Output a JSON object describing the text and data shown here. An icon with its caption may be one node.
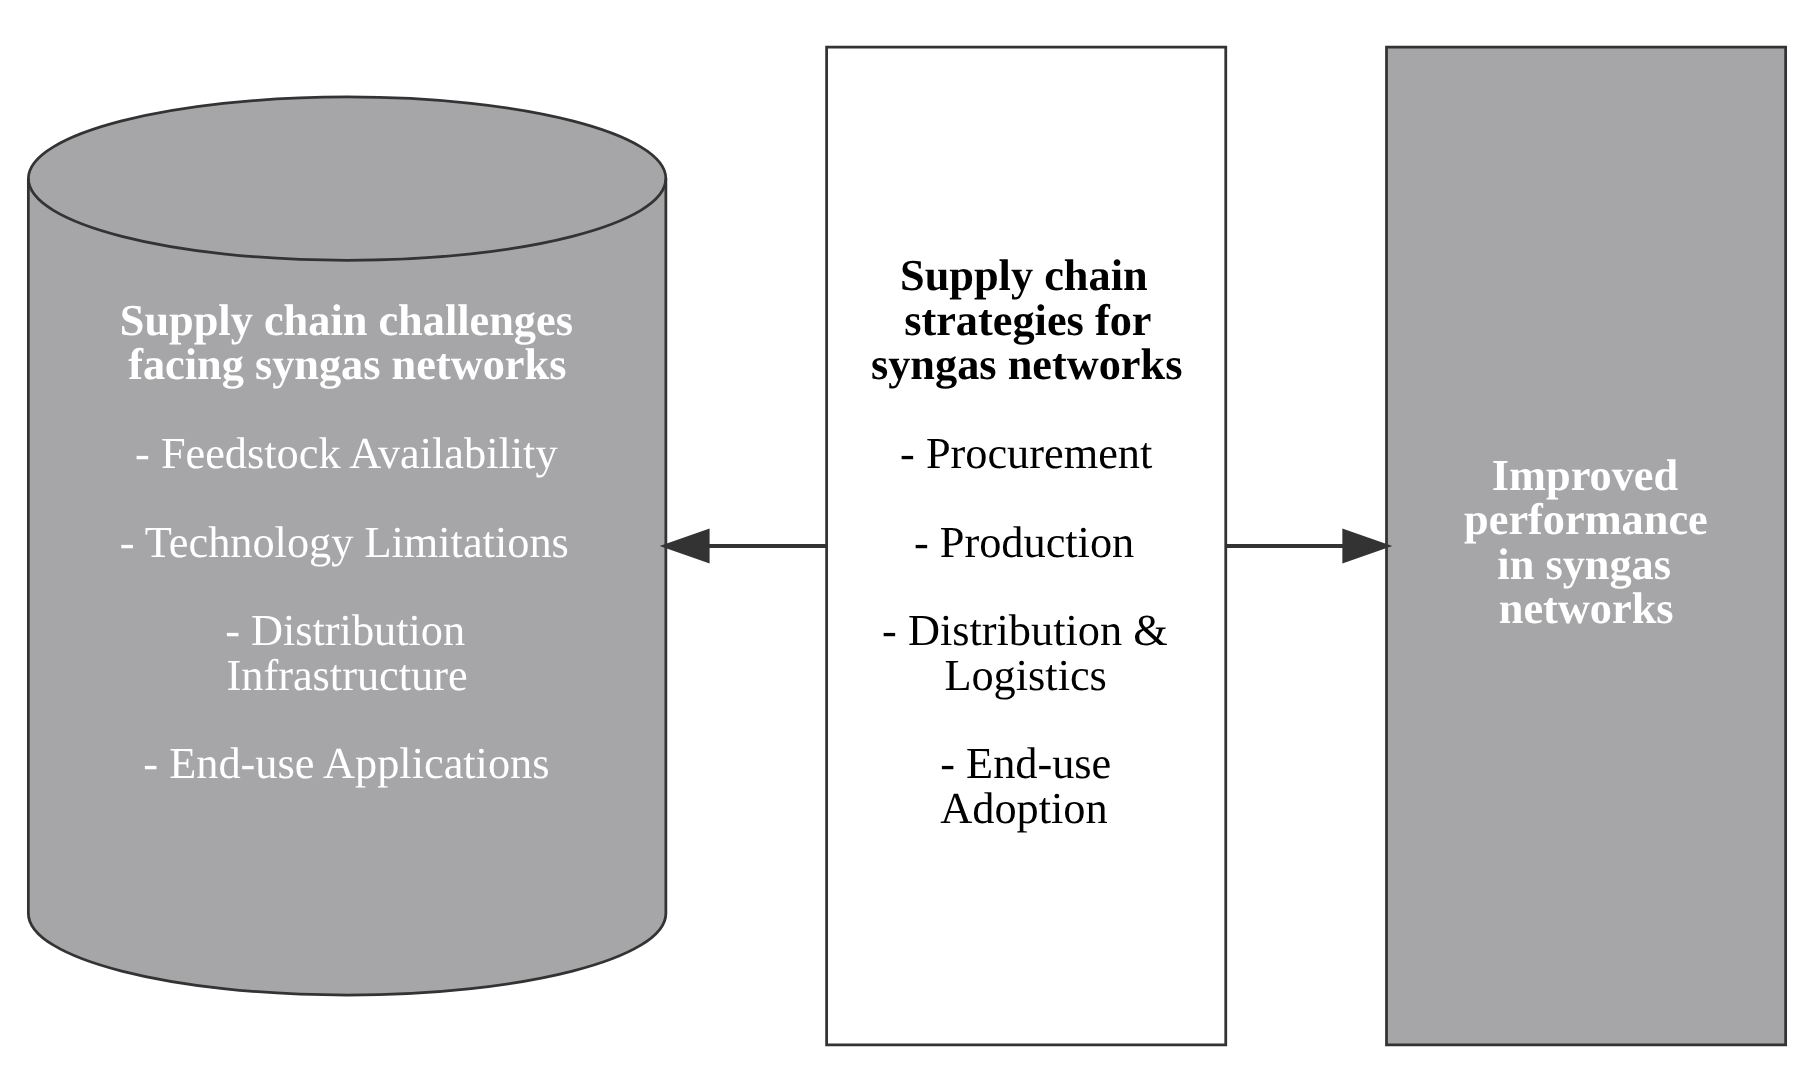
{
  "diagram": {
    "nodes": [
      {
        "text": [
          "Supply chain challenges facing syngas networks",
          "- Feedstock Availability",
          "- Technology Limitations",
          "- Distribution Infrastructure",
          "- End-use Applications"
        ]
      },
      {
        "text": [
          "Supply chain strategies for syngas networks",
          "- Procurement",
          "- Production",
          "- Distribution & Logistics",
          "- End-use Adoption"
        ]
      },
      {
        "text": [
          "Improved performance in syngas networks"
        ]
      }
    ],
    "edges": [
      {
        "from": 1,
        "to": 0,
        "arrow": "to"
      },
      {
        "from": 1,
        "to": 2,
        "arrow": "to"
      }
    ]
  }
}
